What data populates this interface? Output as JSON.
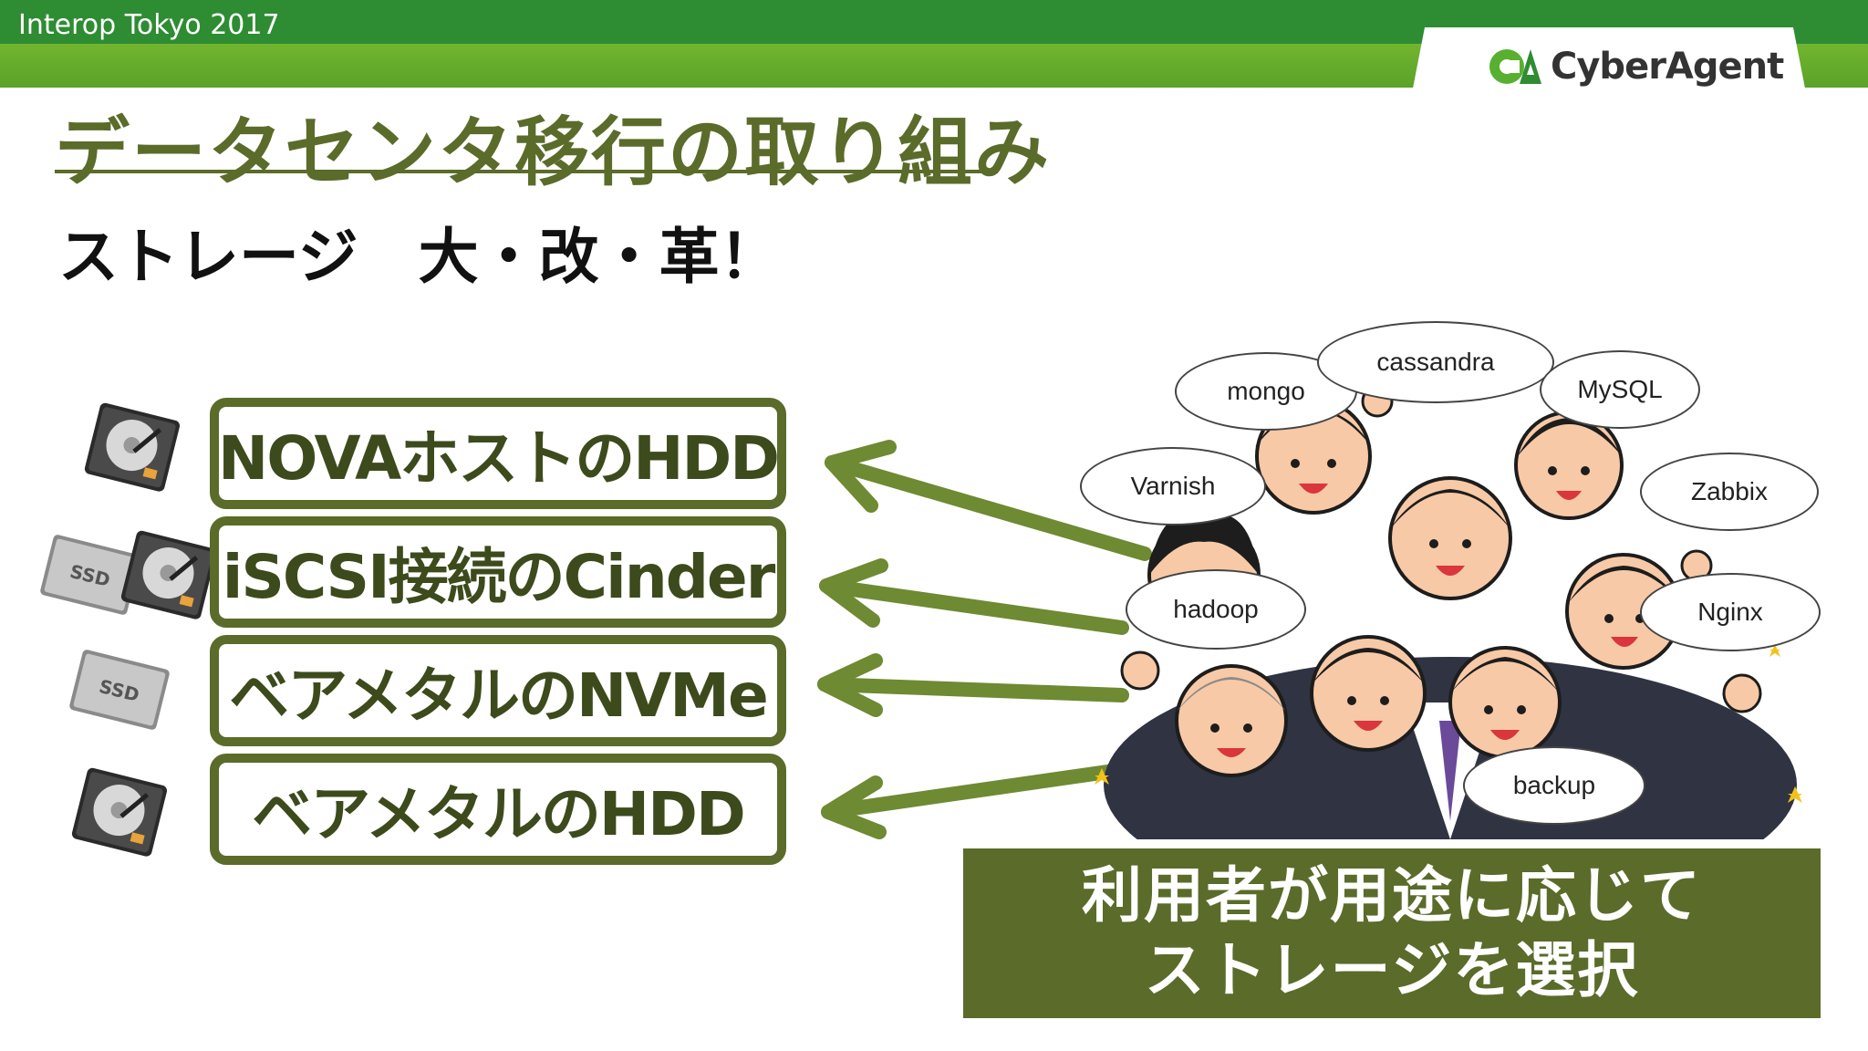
{
  "header": {
    "event": "Interop Tokyo 2017",
    "logo_text": "CyberAgent",
    "logo_mark": "CA",
    "colors": {
      "dark_green": "#2e8c33",
      "light_green": "#6cb12d",
      "olive": "#5b6b2a"
    }
  },
  "slide": {
    "title": "データセンタ移行の取り組み",
    "subtitle": "ストレージ　大・改・革！"
  },
  "options": [
    {
      "label": "NOVAホストのHDD",
      "icons": [
        "hdd-icon"
      ]
    },
    {
      "label": "iSCSI接続のCinder",
      "icons": [
        "ssd-icon",
        "hdd-icon"
      ]
    },
    {
      "label": "ベアメタルのNVMe",
      "icons": [
        "ssd-icon"
      ]
    },
    {
      "label": "ベアメタルのHDD",
      "icons": [
        "hdd-icon"
      ]
    }
  ],
  "ssd_label": "SSD",
  "bubbles": [
    "mongo",
    "cassandra",
    "MySQL",
    "Varnish",
    "Zabbix",
    "hadoop",
    "Nginx",
    "backup"
  ],
  "note": {
    "line1": "利用者が用途に応じて",
    "line2": "ストレージを選択"
  }
}
